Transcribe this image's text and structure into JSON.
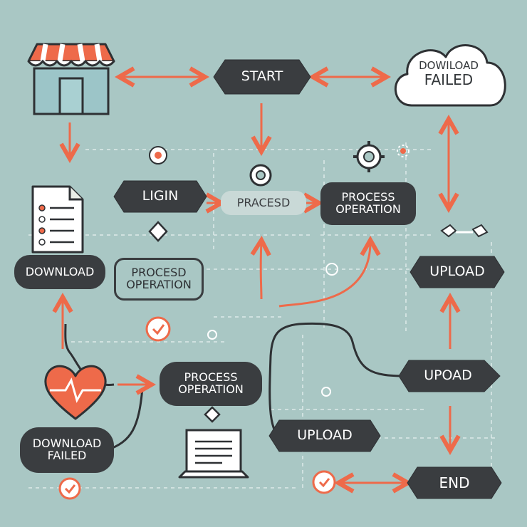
{
  "colors": {
    "background": "#a9c7c4",
    "node": "#3a3d40",
    "node_text": "#ffffff",
    "accent": "#ee6a4a",
    "line": "#2e3134",
    "dashed": "#e6efee"
  },
  "nodes": {
    "start": "START",
    "download_failed_top": [
      "DOWILOAD",
      "FAILED"
    ],
    "login": "LIGIN",
    "pracesd": "PRACESD",
    "process_operation_top": [
      "PROCESS",
      "OPERATION"
    ],
    "download": "DOWNLOAD",
    "procesd_operation": [
      "PROCESD",
      "OPERATION"
    ],
    "upload_right": "UPLOAD",
    "process_operation_mid": [
      "PROCESS",
      "OPERATION"
    ],
    "upoad": "UPOAD",
    "download_failed_bottom": [
      "DOWNLOAD",
      "FAILED"
    ],
    "upload_bottom": "UPLOAD",
    "end": "END"
  },
  "icons": [
    "store-icon",
    "cloud-icon",
    "document-list-icon",
    "heart-pulse-icon",
    "laptop-icon",
    "gear-icon",
    "check-badge-icon",
    "diamond-icon"
  ]
}
